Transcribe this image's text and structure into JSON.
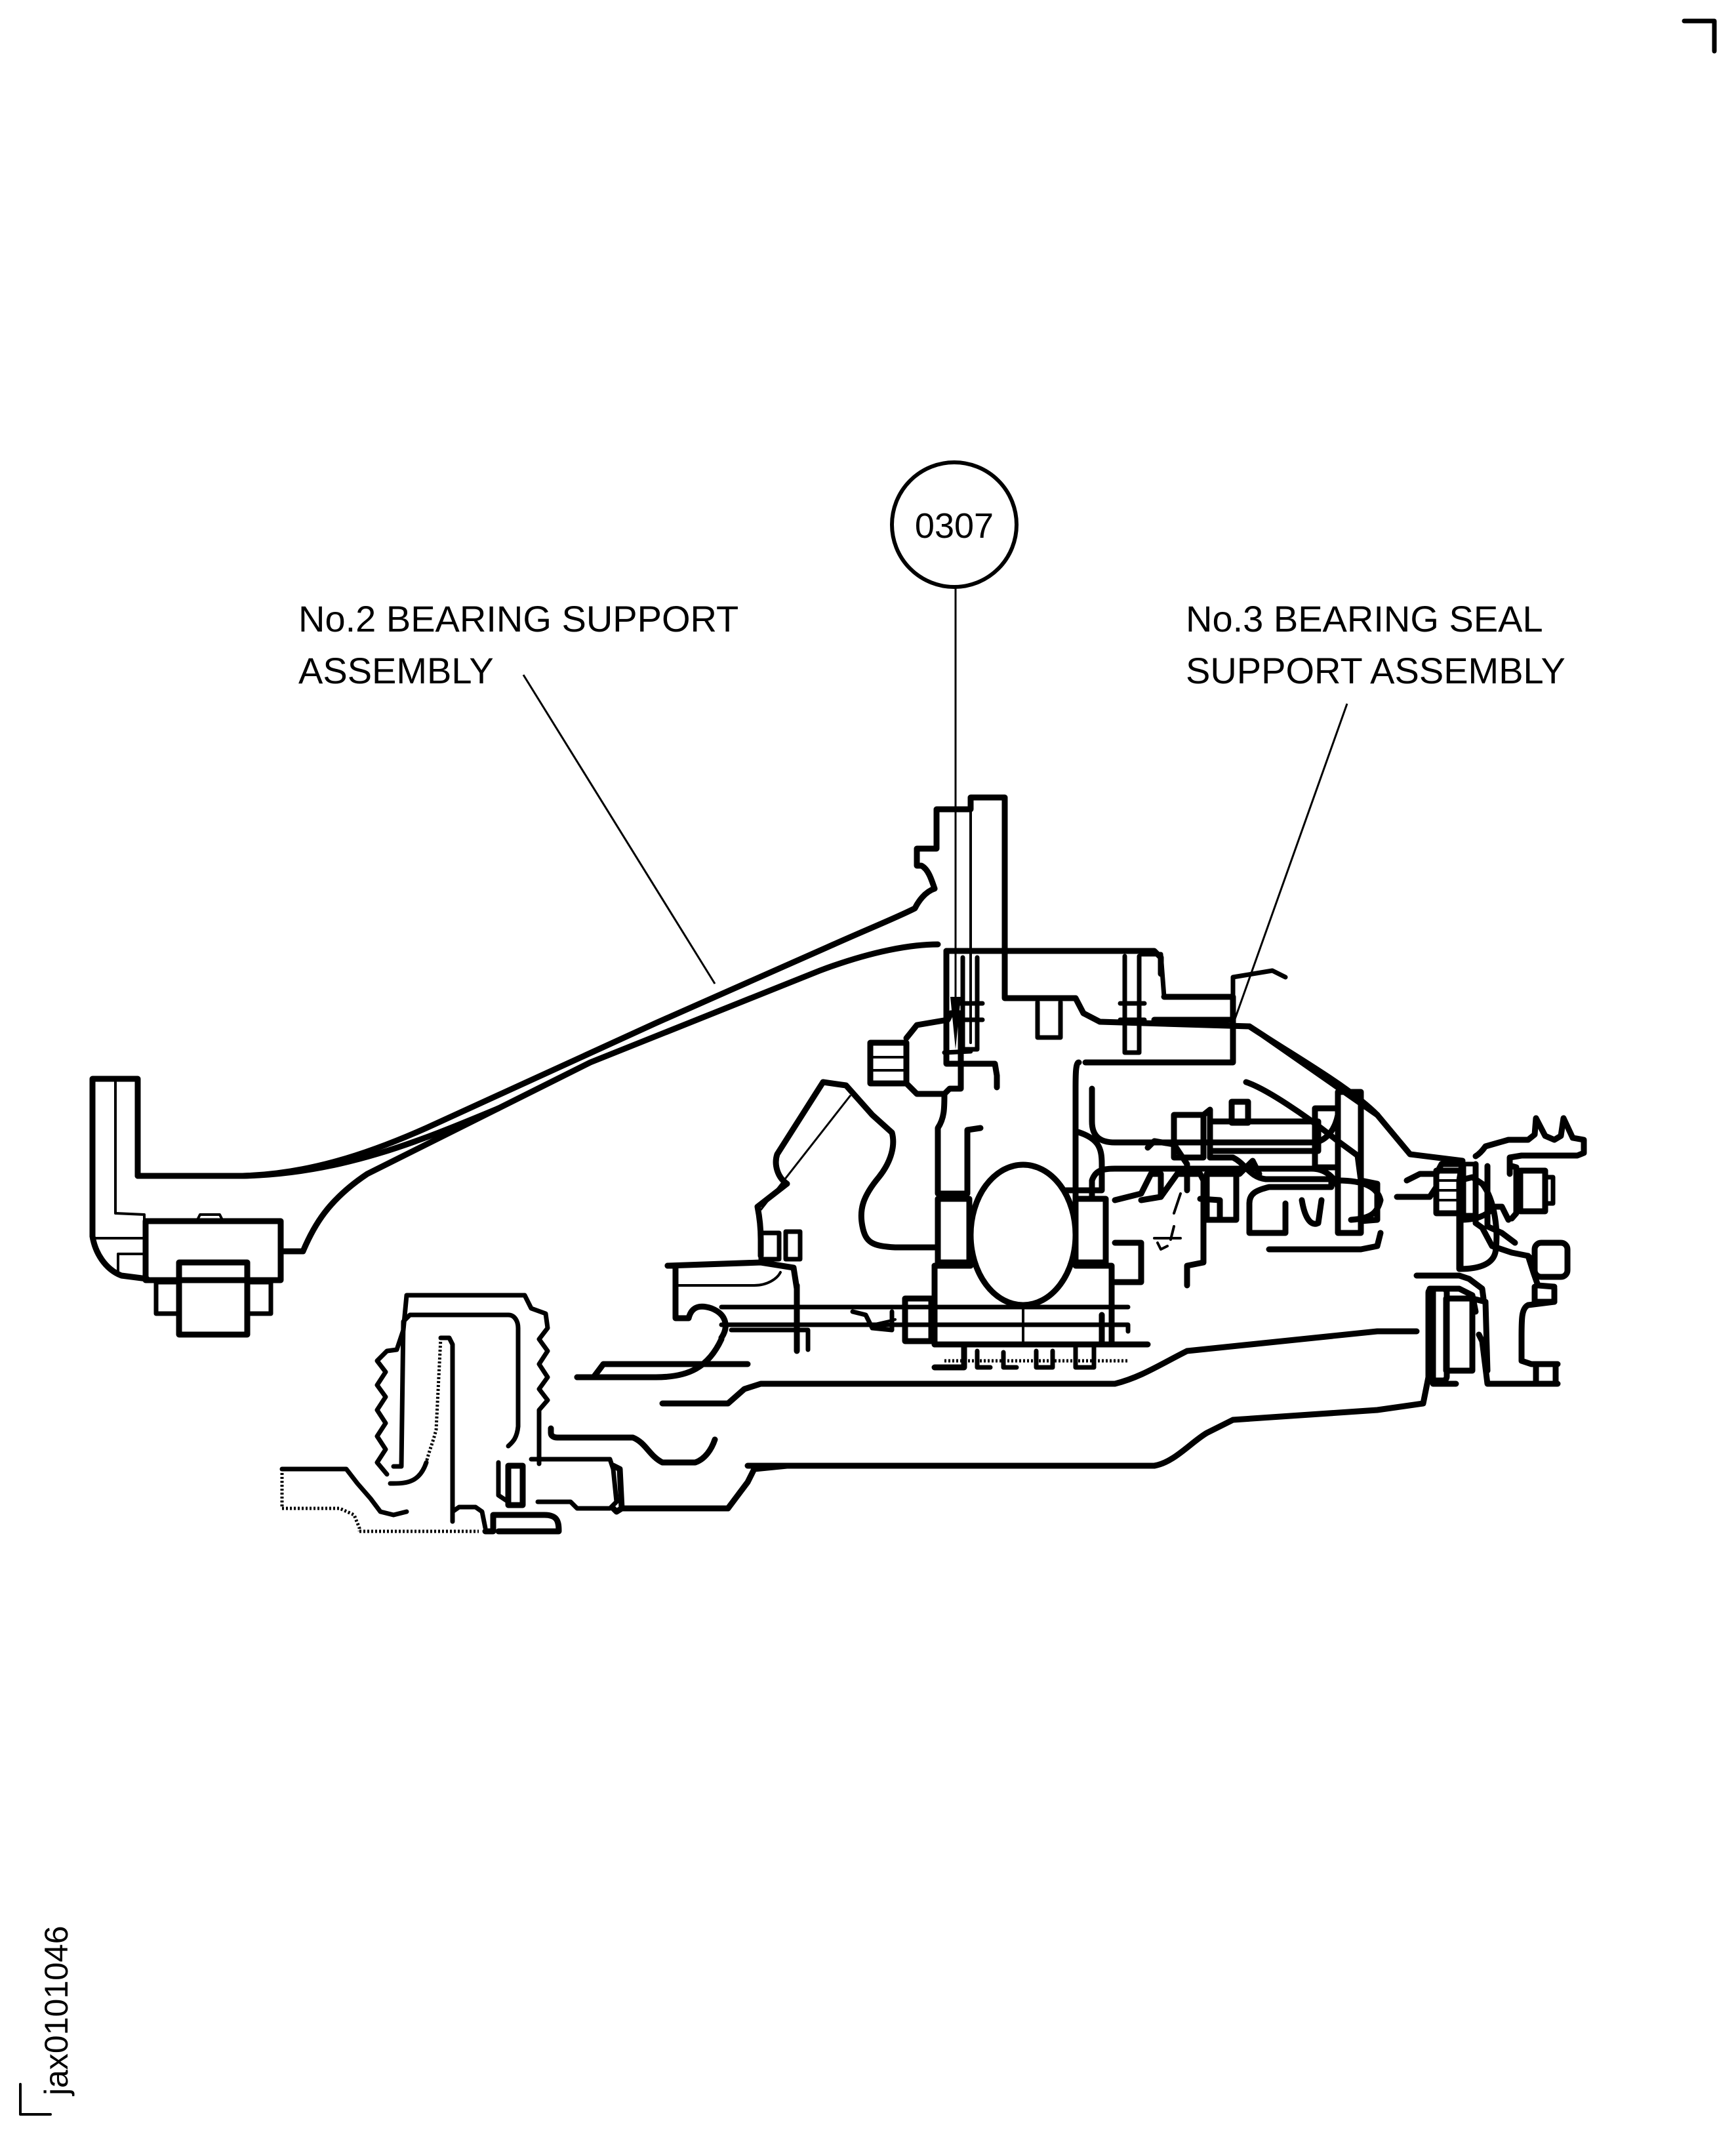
{
  "figure": {
    "type": "technical-illustration",
    "subject": "engine bearing support cross-section",
    "figure_id": "jax0101046",
    "colors": {
      "ink": "#000000",
      "background": "#ffffff"
    }
  },
  "callout": {
    "number": "0307",
    "shape": "circle-with-arrow"
  },
  "labels": [
    {
      "id": "no2-bearing-support",
      "lines": [
        "No.2 BEARING SUPPORT",
        "ASSEMBLY"
      ]
    },
    {
      "id": "no3-bearing-seal-support",
      "lines": [
        "No.3 BEARING SEAL",
        "SUPPORT ASSEMBLY"
      ]
    }
  ],
  "corner_marks": [
    "top-right",
    "bottom-left"
  ]
}
